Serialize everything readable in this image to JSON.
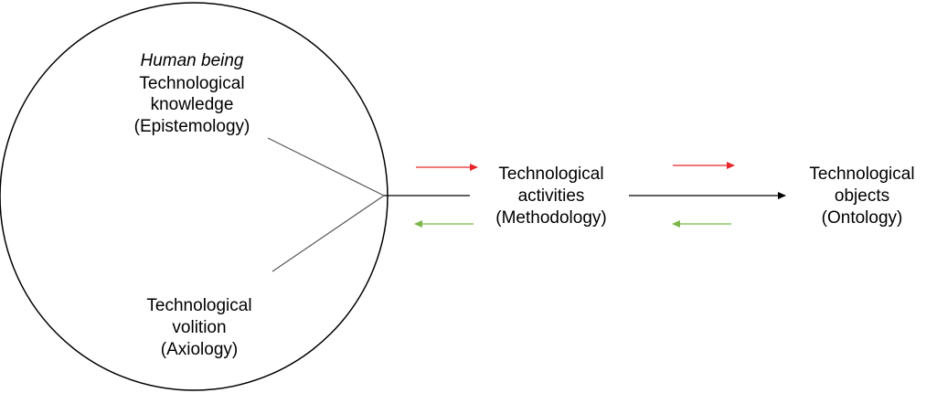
{
  "nodes": {
    "human_being": {
      "title": "Human being",
      "knowledge": {
        "line1": "Technological",
        "line2": "knowledge",
        "line3": "(Epistemology)"
      },
      "volition": {
        "line1": "Technological",
        "line2": "volition",
        "line3": "(Axiology)"
      }
    },
    "activities": {
      "line1": "Technological",
      "line2": "activities",
      "line3": "(Methodology)"
    },
    "objects": {
      "line1": "Technological",
      "line2": "objects",
      "line3": "(Ontology)"
    }
  },
  "colors": {
    "forward_arrow": "#e8262b",
    "backward_arrow": "#7ab648",
    "main_line": "#000000",
    "branch_line": "#595959",
    "circle_stroke": "#000000"
  }
}
